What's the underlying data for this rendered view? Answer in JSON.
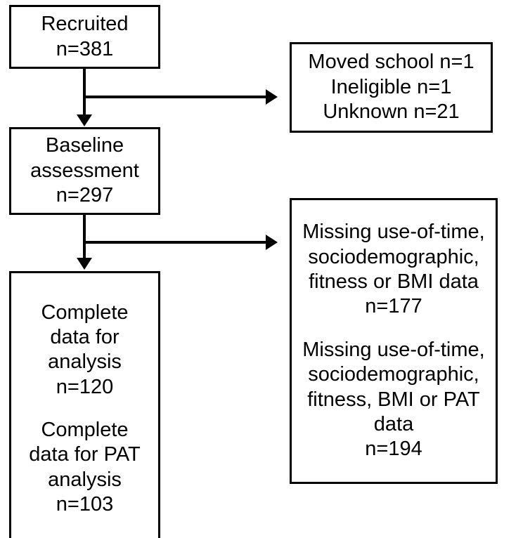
{
  "figure": {
    "type": "flowchart",
    "orientation": "top-to-bottom with right-side exclusion branches",
    "background_color": "#ffffff",
    "line_color": "#000000"
  },
  "nodes": {
    "recruited": {
      "id": "recruited",
      "lines": [
        "Recruited",
        "n=381"
      ],
      "label": "Recruited",
      "count_label": "n=381",
      "count": 381
    },
    "baseline": {
      "id": "baseline",
      "lines": [
        "Baseline",
        "assessment",
        "n=297"
      ],
      "label": "Baseline assessment",
      "count_label": "n=297",
      "count": 297
    },
    "complete": {
      "id": "complete",
      "paragraphs": [
        {
          "lines": [
            "Complete",
            "data for",
            "analysis",
            "n=120"
          ],
          "label": "Complete data for analysis",
          "count_label": "n=120",
          "count": 120
        },
        {
          "lines": [
            "Complete",
            "data for PAT",
            "analysis",
            "n=103"
          ],
          "label": "Complete data for PAT analysis",
          "count_label": "n=103",
          "count": 103
        }
      ]
    },
    "excluded": {
      "id": "excluded",
      "lines": [
        "Moved school n=1",
        "Ineligible n=1",
        "Unknown n=21"
      ],
      "reasons": [
        {
          "reason": "Moved school",
          "count_label": "n=1",
          "count": 1
        },
        {
          "reason": "Ineligible",
          "count_label": "n=1",
          "count": 1
        },
        {
          "reason": "Unknown",
          "count_label": "n=21",
          "count": 21
        }
      ]
    },
    "missing": {
      "id": "missing",
      "paragraphs": [
        {
          "lines": [
            "Missing use-of-time,",
            "sociodemographic,",
            "fitness or BMI data",
            "n=177"
          ],
          "label": "Missing use-of-time, sociodemographic, fitness or BMI data",
          "count_label": "n=177",
          "count": 177
        },
        {
          "lines": [
            "Missing use-of-time,",
            "sociodemographic,",
            "fitness, BMI or PAT",
            "data",
            "n=194"
          ],
          "label": "Missing use-of-time, sociodemographic, fitness, BMI or PAT data",
          "count_label": "n=194",
          "count": 194
        }
      ]
    }
  },
  "connectors": [
    {
      "id": "recruited-to-baseline",
      "from": "recruited",
      "to": "baseline",
      "arrow": "down-arrow-icon"
    },
    {
      "id": "recruited-to-excluded",
      "from": "recruited",
      "to": "excluded",
      "arrow": "right-arrow-icon"
    },
    {
      "id": "baseline-to-complete",
      "from": "baseline",
      "to": "complete",
      "arrow": "down-arrow-icon"
    },
    {
      "id": "baseline-to-missing",
      "from": "baseline",
      "to": "missing",
      "arrow": "right-arrow-icon"
    }
  ]
}
